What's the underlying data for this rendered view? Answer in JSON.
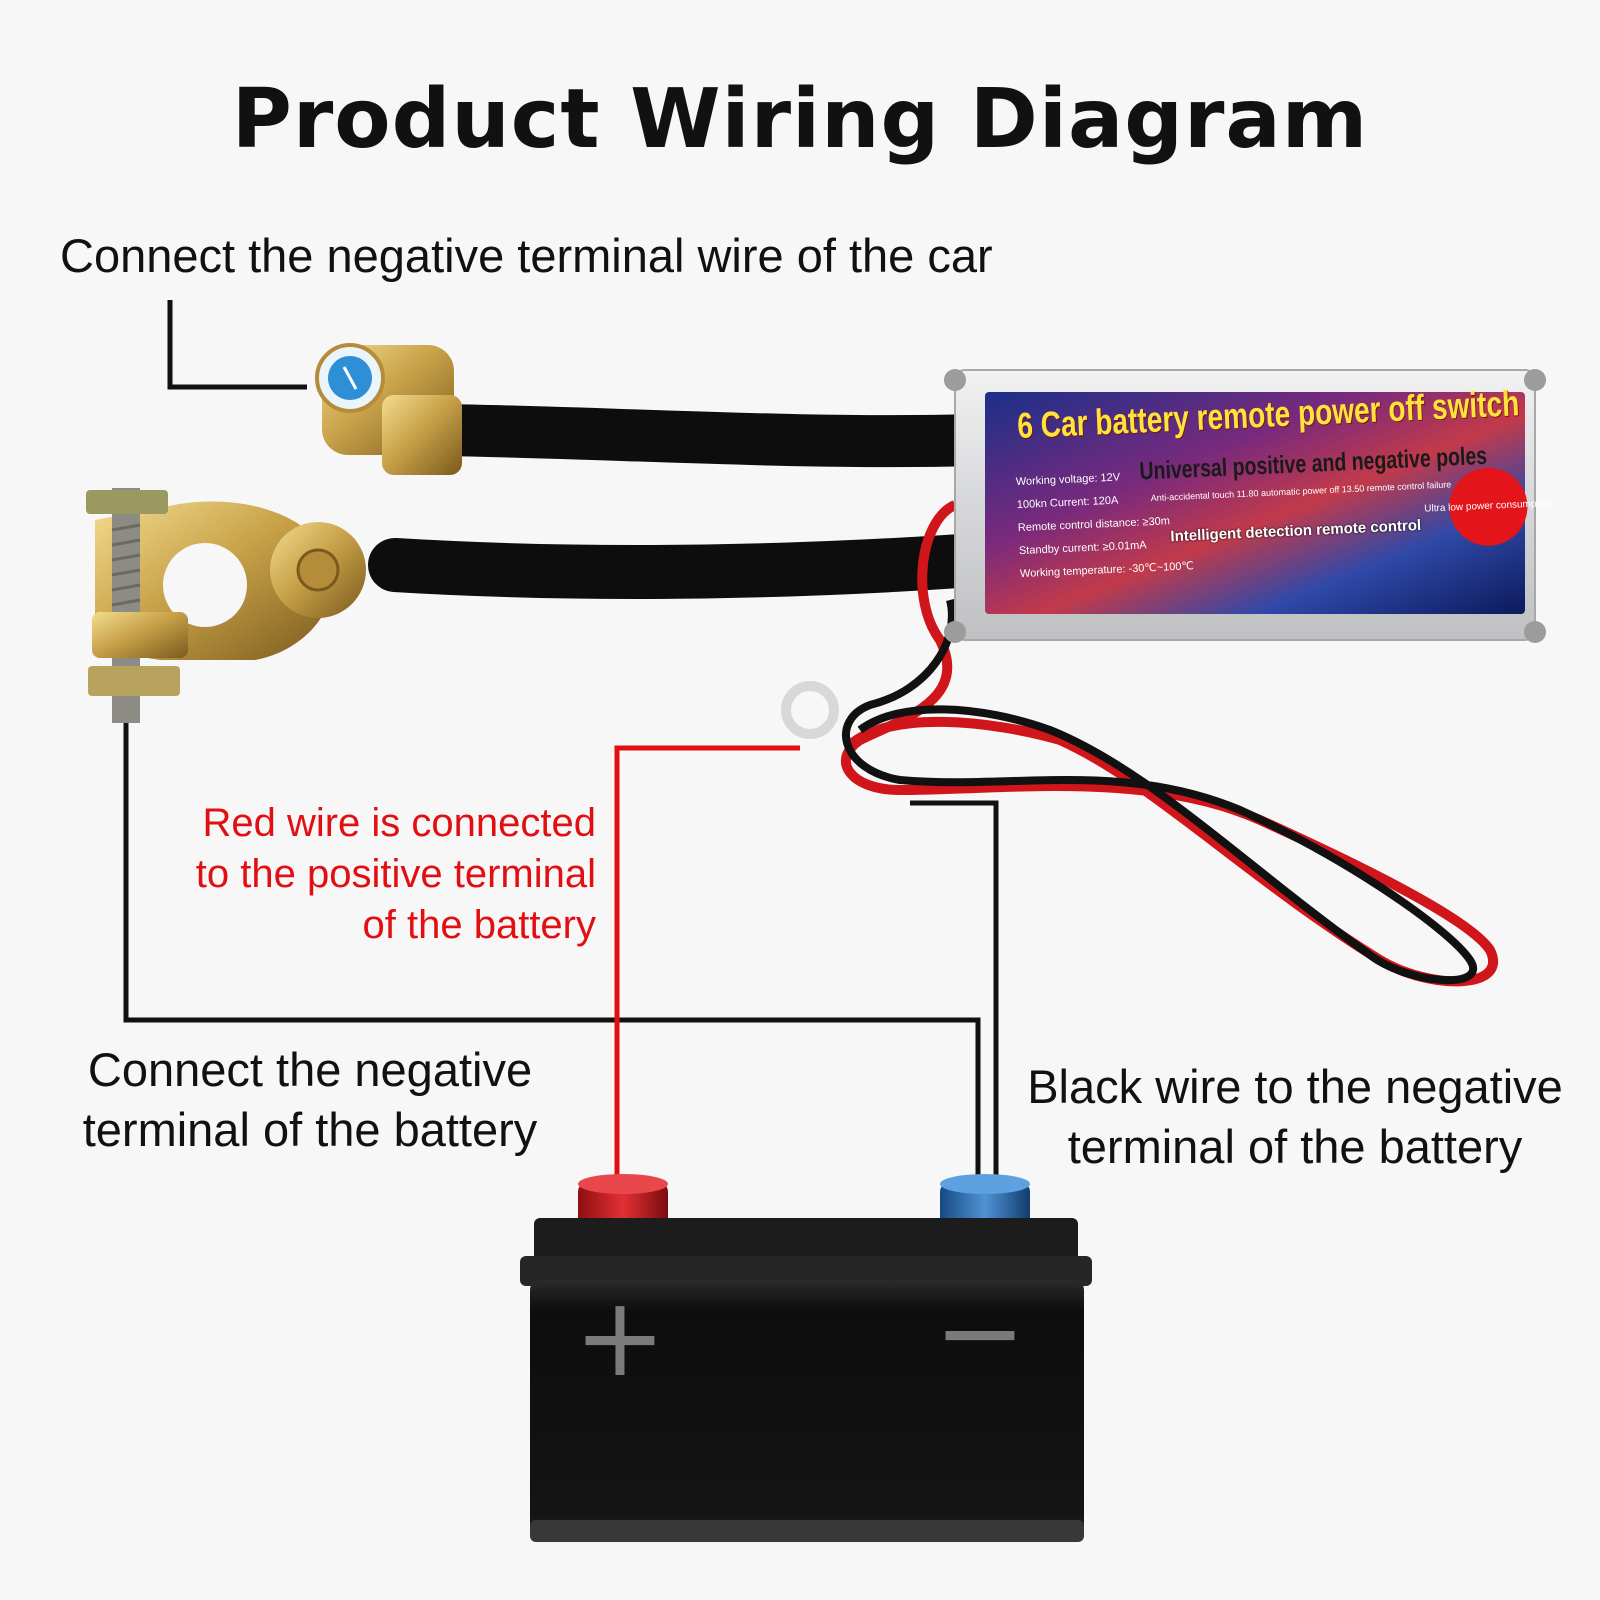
{
  "title": "Product Wiring Diagram",
  "captions": {
    "car_negative": "Connect the negative terminal wire of the car",
    "red_wire": [
      "Red wire is connected",
      "to the positive terminal",
      "of the battery"
    ],
    "battery_negative": [
      "Connect the negative",
      "terminal of the battery"
    ],
    "black_wire": [
      "Black wire to the negative",
      "terminal of the battery"
    ]
  },
  "switch_box": {
    "title": "6 Car battery remote power off switch",
    "subtitle": "Universal positive and negative poles",
    "specs": [
      "Working voltage: 12V",
      "100kn Current: 120A",
      "Remote control distance: ≥30m",
      "Standby current: ≥0.01mA",
      "Working temperature: -30℃~100℃"
    ],
    "anti_text": "Anti-accidental touch 11.80 automatic power off 13.50 remote control failure",
    "feature": "Intelligent detection remote control",
    "badge": "Ultra low power consumption"
  },
  "battery": {
    "plus_symbol": "+",
    "minus_symbol": "−"
  },
  "colors": {
    "red_wire": "#e20f12",
    "black_wire": "#111111",
    "positive_terminal": "#c8191c",
    "negative_terminal": "#2c6fb4",
    "brass": "#c9a24a"
  }
}
